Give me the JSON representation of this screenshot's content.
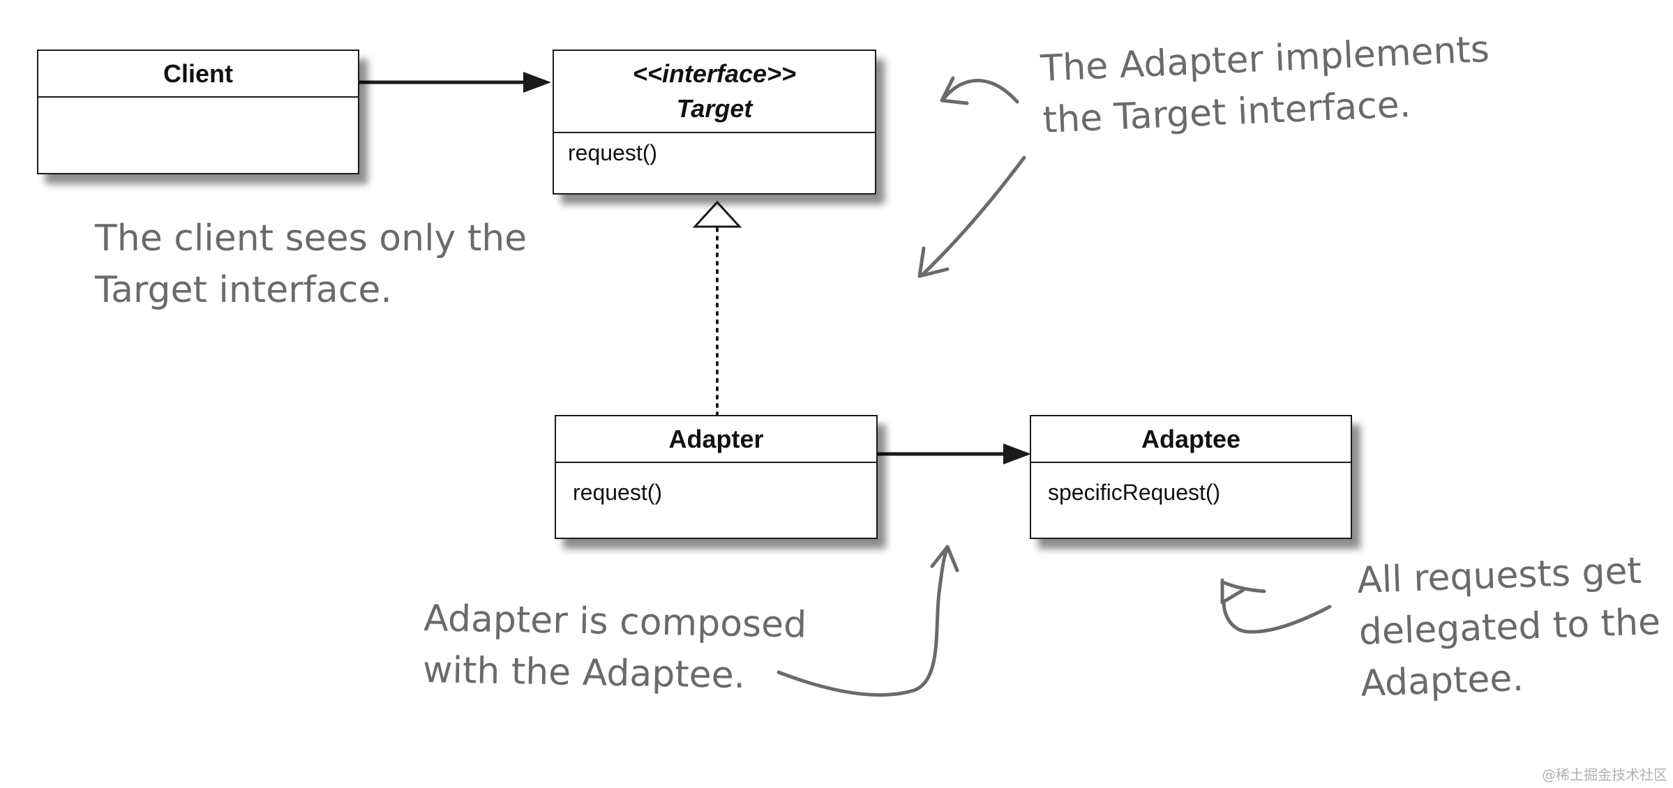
{
  "classes": {
    "client": {
      "name": "Client"
    },
    "target": {
      "stereotype": "<<interface>>",
      "name": "Target",
      "method": "request()"
    },
    "adapter": {
      "name": "Adapter",
      "method": "request()"
    },
    "adaptee": {
      "name": "Adaptee",
      "method": "specificRequest()"
    }
  },
  "notes": {
    "client_note": [
      "The client sees only the",
      "Target interface."
    ],
    "implements_note": [
      "The Adapter implements",
      "the Target interface."
    ],
    "composed_note": [
      "Adapter is composed",
      "with the Adaptee."
    ],
    "delegated_note": [
      "All requests get",
      "delegated to the",
      "Adaptee."
    ]
  },
  "watermark": "@稀土掘金技术社区",
  "colors": {
    "line": "#1a1a1a",
    "note": "#6a6a6a",
    "background": "#ffffff"
  }
}
